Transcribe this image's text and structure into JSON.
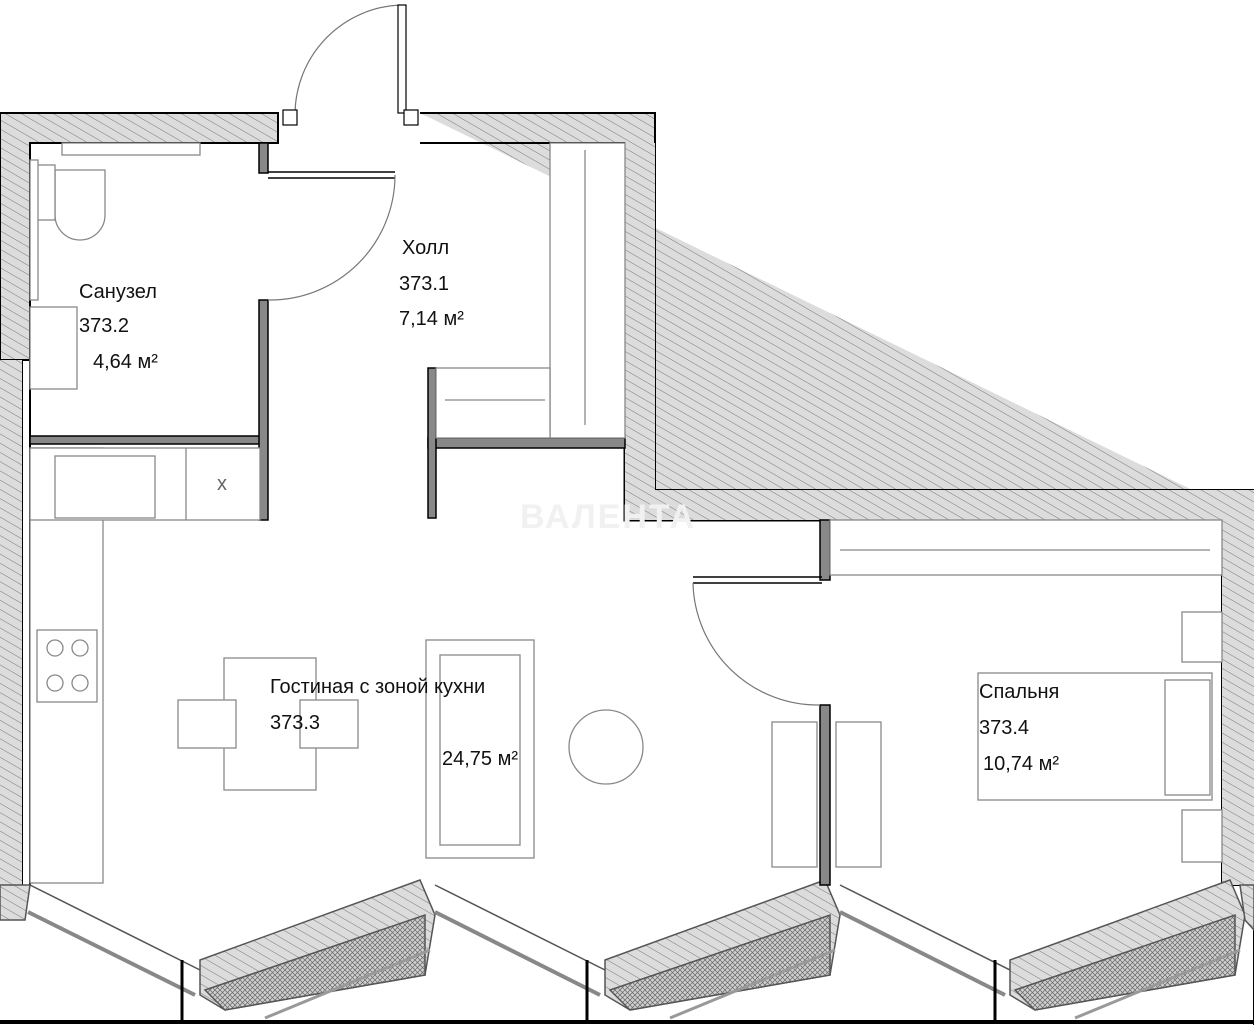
{
  "watermark": "ВАЛЕНТА",
  "rooms": [
    {
      "name": "Санузел",
      "number": "373.2",
      "area": "4,64 м²"
    },
    {
      "name": "Холл",
      "number": "373.1",
      "area": "7,14 м²"
    },
    {
      "name": "Гостиная с зоной кухни",
      "number": "373.3",
      "area": "24,75 м²"
    },
    {
      "name": "Спальня",
      "number": "373.4",
      "area": "10,74 м²"
    }
  ],
  "fixtures": {
    "fridge_mark": "x"
  },
  "colors": {
    "wall_fill": "#d9d9d9",
    "line": "#000000",
    "furniture": "#888888"
  }
}
